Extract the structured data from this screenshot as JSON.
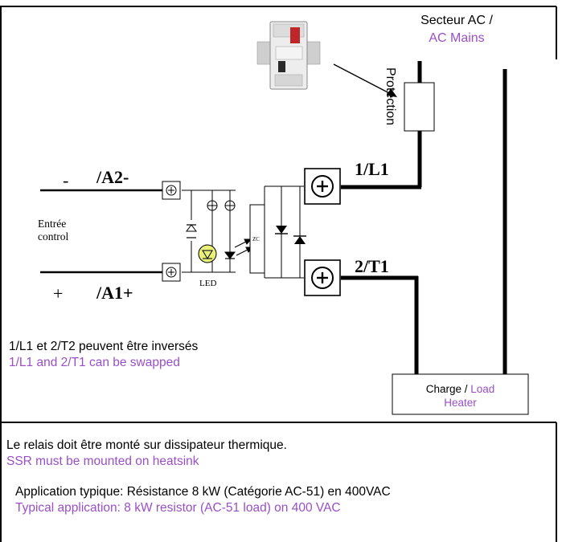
{
  "mains": {
    "label_fr": "Secteur AC /",
    "label_en": "AC Mains"
  },
  "protection_label": "Protection",
  "terminals": {
    "a2": "/A2-",
    "a2_sign": "-",
    "a1": "/A1+",
    "a1_sign": "+",
    "l1": "1/L1",
    "t1": "2/T1"
  },
  "input_label": {
    "line1": "Entrée",
    "line2": "control"
  },
  "led_label": "LED",
  "zc_label": "ZC",
  "load": {
    "label_fr": "Charge /",
    "label_en_1": "Load",
    "label_en_2": "Heater"
  },
  "notes": {
    "swap_fr": "1/L1 et 2/T2 peuvent être inversés",
    "swap_en": "1/L1 and 2/T1 can be swapped",
    "heatsink_fr": "Le relais doit être monté sur dissipateur thermique.",
    "heatsink_en": "SSR must be mounted on heatsink",
    "app_fr": "Application typique: Résistance 8 kW (Catégorie AC-51) en 400VAC",
    "app_en": "Typical application: 8 kW resistor (AC-51 load) on 400 VAC"
  },
  "colors": {
    "english_text": "#9a4fc8",
    "led_fill": "#e8f07a"
  }
}
